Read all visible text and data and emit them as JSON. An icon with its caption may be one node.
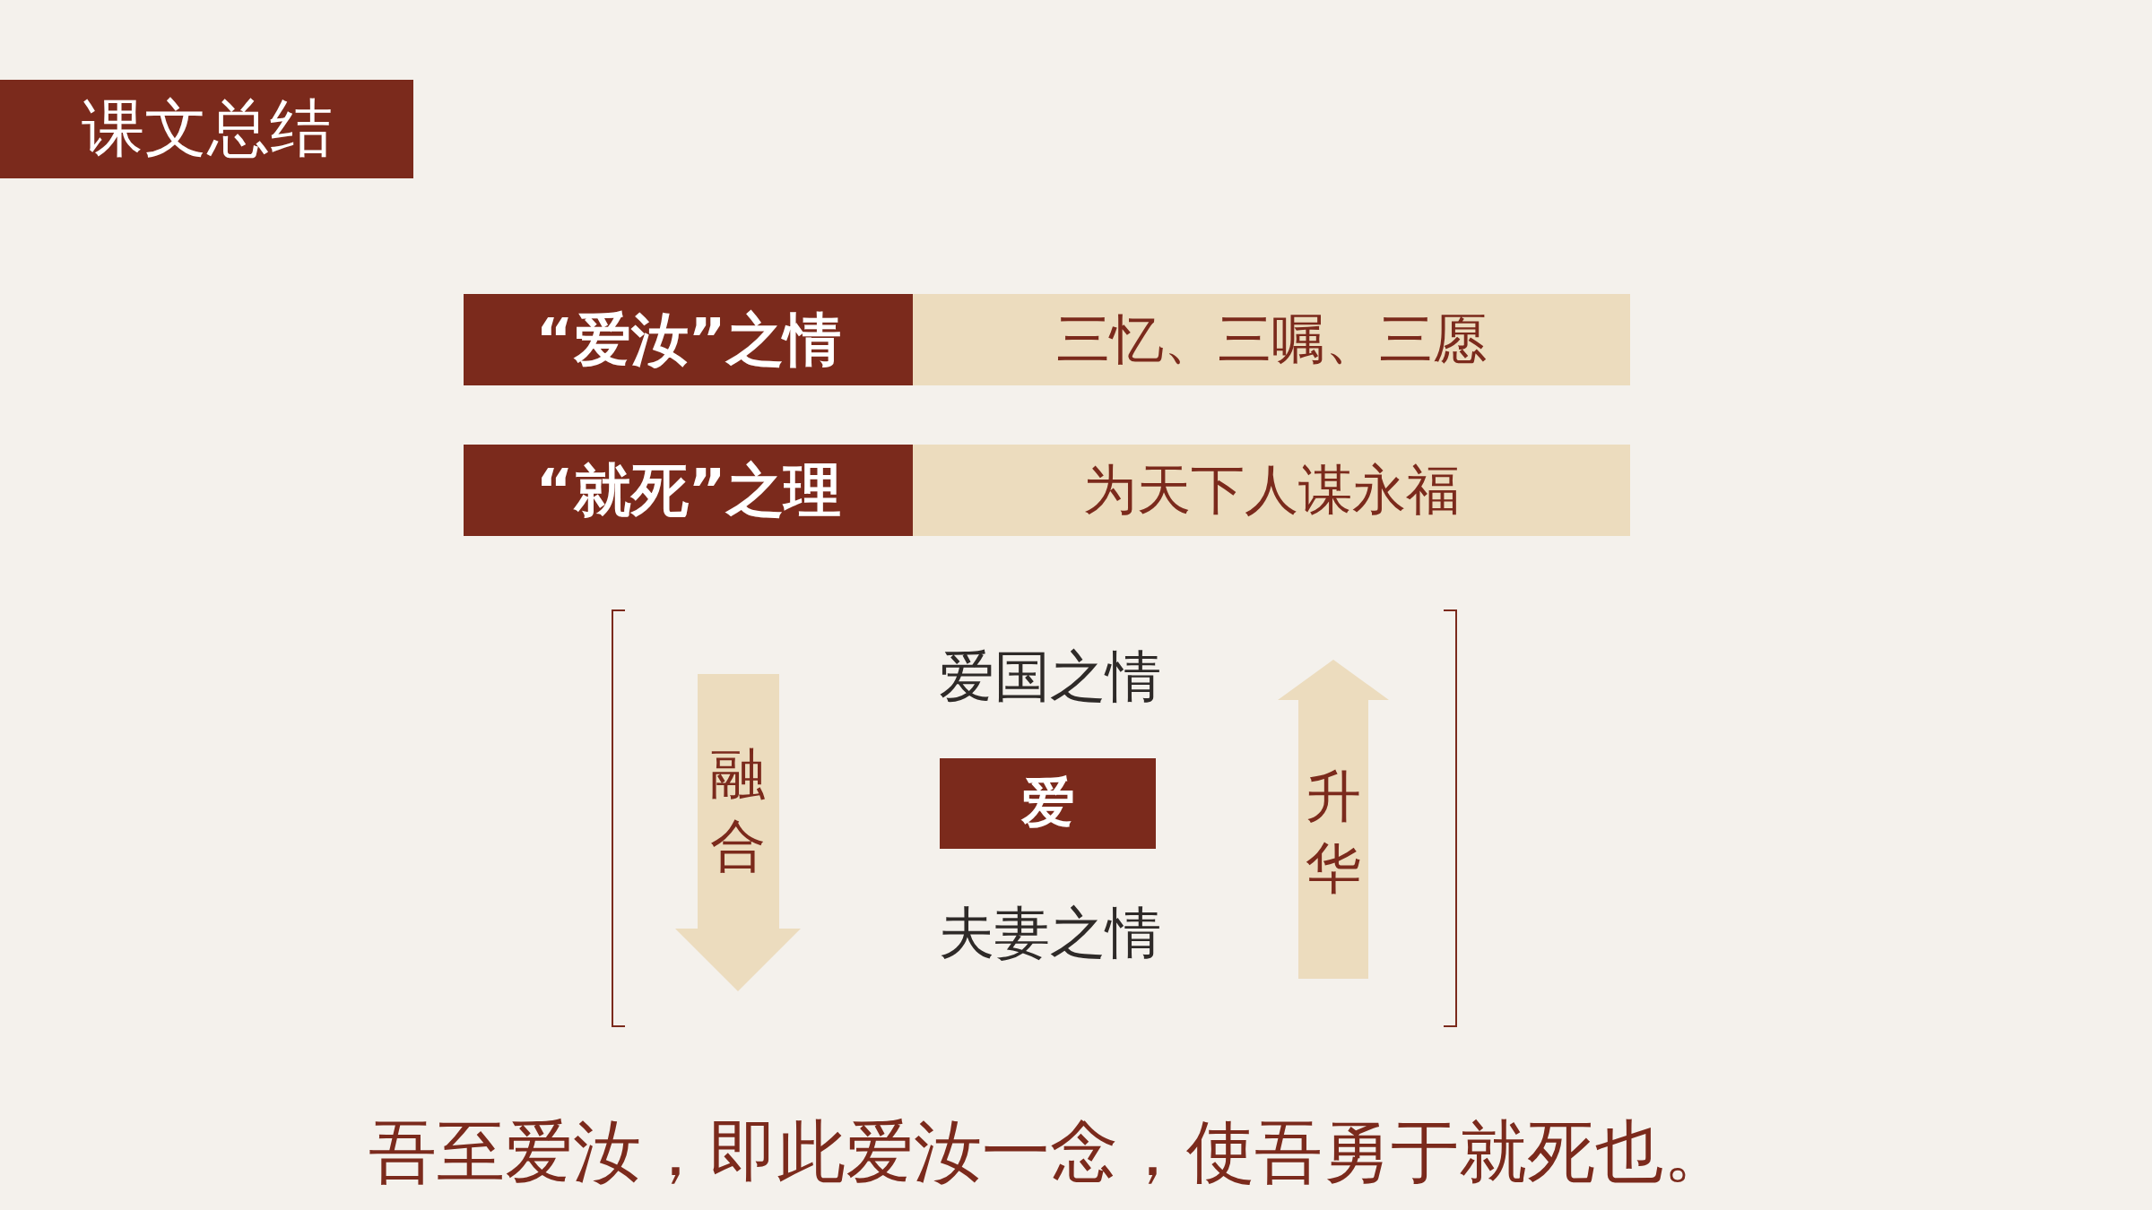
{
  "diagram": {
    "nodes": [
      {
        "text": [
          "课文总结"
        ]
      },
      {
        "text": [
          "“爱汝”之情"
        ]
      },
      {
        "text": [
          "三忆、三嘱、三愿"
        ]
      },
      {
        "text": [
          "“就死”之理"
        ]
      },
      {
        "text": [
          "为天下人谋永福"
        ]
      },
      {
        "text": [
          "融合"
        ]
      },
      {
        "text": [
          "爱"
        ]
      },
      {
        "text": [
          "升华"
        ]
      }
    ],
    "labels": [
      "爱国之情",
      "夫妻之情"
    ],
    "caption": "吾至爱汝，即此爱汝一念，使吾勇于就死也。"
  }
}
